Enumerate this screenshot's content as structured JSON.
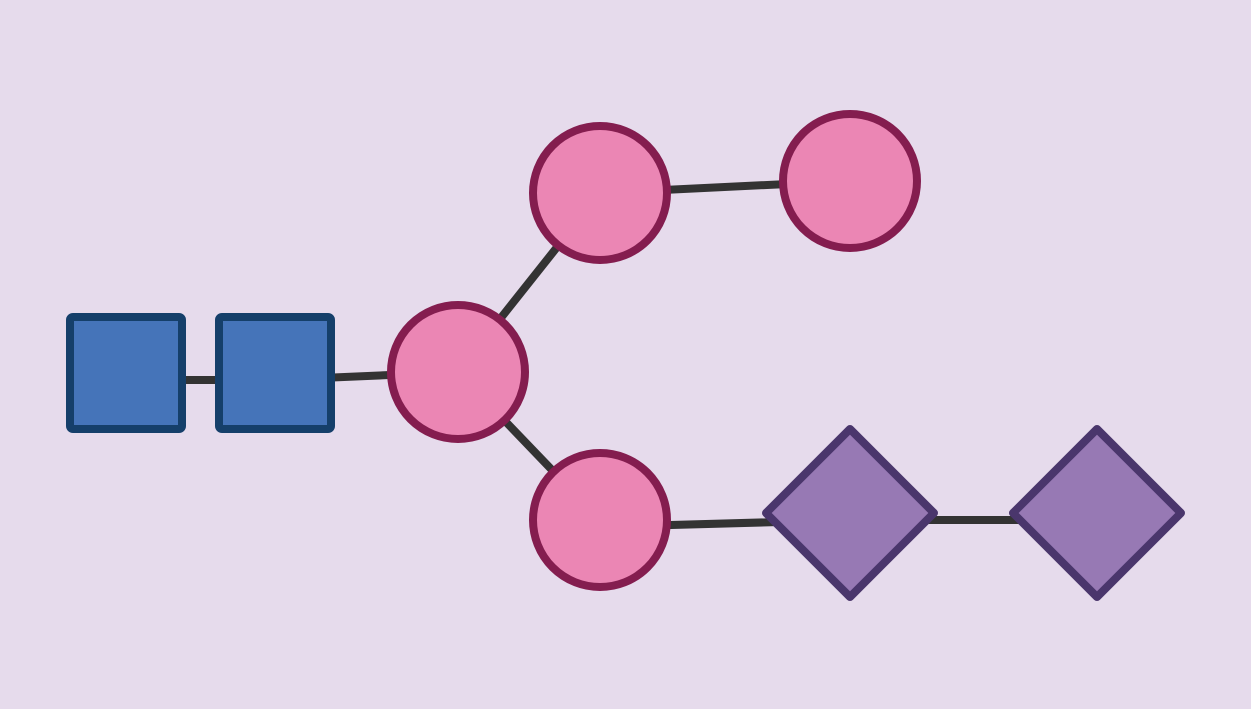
{
  "diagram": {
    "background_color": "#e6dbec",
    "edge_color": "#333333",
    "styles": {
      "blue-square": {
        "fill": "#4574b9",
        "stroke": "#153f6a"
      },
      "pink-circle": {
        "fill": "#eb86b4",
        "stroke": "#841d4f"
      },
      "purple-diamond": {
        "fill": "#9779b4",
        "stroke": "#4a366c"
      }
    },
    "nodes": [
      {
        "id": "square-1",
        "shape": "square",
        "style": "blue-square"
      },
      {
        "id": "square-2",
        "shape": "square",
        "style": "blue-square"
      },
      {
        "id": "circle-center",
        "shape": "circle",
        "style": "pink-circle"
      },
      {
        "id": "circle-upper",
        "shape": "circle",
        "style": "pink-circle"
      },
      {
        "id": "circle-upper-right",
        "shape": "circle",
        "style": "pink-circle"
      },
      {
        "id": "circle-lower",
        "shape": "circle",
        "style": "pink-circle"
      },
      {
        "id": "diamond-1",
        "shape": "diamond",
        "style": "purple-diamond"
      },
      {
        "id": "diamond-2",
        "shape": "diamond",
        "style": "purple-diamond"
      }
    ],
    "edges": [
      {
        "from": "square-1",
        "to": "square-2"
      },
      {
        "from": "square-2",
        "to": "circle-center"
      },
      {
        "from": "circle-center",
        "to": "circle-upper"
      },
      {
        "from": "circle-upper",
        "to": "circle-upper-right"
      },
      {
        "from": "circle-center",
        "to": "circle-lower"
      },
      {
        "from": "circle-lower",
        "to": "diamond-1"
      },
      {
        "from": "diamond-1",
        "to": "diamond-2"
      }
    ]
  }
}
